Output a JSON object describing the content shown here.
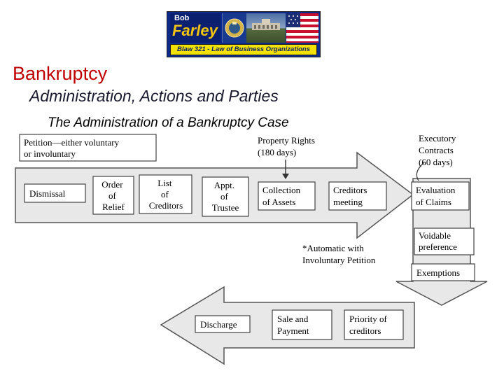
{
  "header": {
    "banner_first_name": "Bob",
    "banner_last_name": "Farley",
    "banner_course": "Blaw 321 - Law of Business Organizations",
    "title": "Bankruptcy",
    "subtitle": "Administration, Actions and Parties",
    "section_title": "The Administration of a Bankruptcy Case"
  },
  "colors": {
    "title_red": "#c00000",
    "banner_blue": "#0c2a8a",
    "banner_yellow": "#f3e100",
    "arrow_fill": "#e8e8e8"
  },
  "diagram": {
    "petition": [
      "Petition—either voluntary",
      "or involuntary"
    ],
    "property_rights": [
      "Property Rights",
      "(180 days)"
    ],
    "executory": [
      "Executory",
      "Contracts",
      "(60 days)"
    ],
    "forward_steps": {
      "dismissal": [
        "Dismissal"
      ],
      "order": [
        "Order",
        "of",
        "Relief"
      ],
      "list": [
        "List",
        "of",
        "Creditors"
      ],
      "trustee": [
        "Appt.",
        "of",
        "Trustee"
      ],
      "collection": [
        "Collection",
        "of Assets"
      ],
      "meeting": [
        "Creditors",
        "meeting"
      ],
      "evaluation": [
        "Evaluation",
        "of Claims"
      ]
    },
    "side_steps": {
      "voidable": [
        "Voidable",
        "preference"
      ],
      "exemptions": [
        "Exemptions"
      ]
    },
    "note": [
      "*Automatic with",
      "Involuntary Petition"
    ],
    "return_steps": {
      "discharge": [
        "Discharge"
      ],
      "sale": [
        "Sale and",
        "Payment"
      ],
      "priority": [
        "Priority of",
        "creditors"
      ]
    }
  }
}
